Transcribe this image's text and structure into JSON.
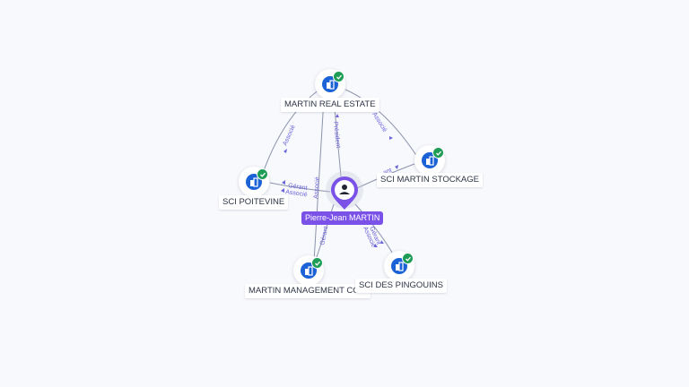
{
  "graph": {
    "center": {
      "name": "Pierre-Jean MARTIN",
      "icon": "person-icon"
    },
    "companies": [
      {
        "id": "real-estate",
        "name": "MARTIN REAL ESTATE",
        "icon": "building-icon",
        "status": "verified-check-icon"
      },
      {
        "id": "stockage",
        "name": "SCI MARTIN STOCKAGE",
        "icon": "building-icon",
        "status": "verified-check-icon"
      },
      {
        "id": "poitevine",
        "name": "SCI POITEVINE",
        "icon": "building-icon",
        "status": "verified-check-icon"
      },
      {
        "id": "management",
        "name": "MARTIN MANAGEMENT CO...",
        "icon": "building-icon",
        "status": "verified-check-icon"
      },
      {
        "id": "pingouins",
        "name": "SCI DES PINGOUINS",
        "icon": "building-icon",
        "status": "verified-check-icon"
      }
    ],
    "edge_labels": {
      "real_estate_president": "Président",
      "real_estate_poitevine": "Associé",
      "real_estate_stockage": "Associé",
      "poitevine_gerant": "Gérant",
      "poitevine_associe": "Associé",
      "management_associe": "Associé",
      "management_gerant": "Gérant",
      "pingouins_gerant": "Gérant",
      "pingouins_associe": "Associé",
      "stockage_partial": "ant"
    },
    "colors": {
      "person": "#7b52e8",
      "company": "#1a62d6",
      "verified": "#1f9d57",
      "edge": "#8c93ad",
      "edge_label": "#6a63d9"
    }
  }
}
